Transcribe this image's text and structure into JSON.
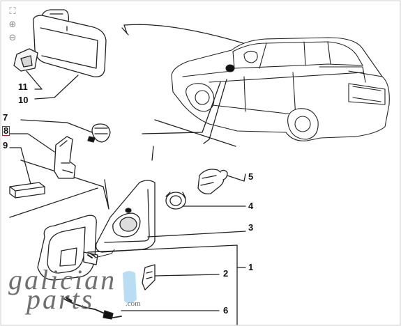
{
  "toolbar": {
    "items": [
      {
        "icon": "fit-screen-icon",
        "glyph": "⛶"
      },
      {
        "icon": "zoom-in-icon",
        "glyph": "⊕"
      },
      {
        "icon": "zoom-out-icon",
        "glyph": "⊖"
      }
    ]
  },
  "callouts": {
    "c1": "1",
    "c2": "2",
    "c3": "3",
    "c4": "4",
    "c5": "5",
    "c6": "6",
    "c7": "7",
    "c8": "8",
    "c9": "9",
    "c10": "10",
    "c11": "11"
  },
  "selected_callout": "8",
  "watermark": {
    "line1": "galician",
    "line2": "parts",
    "suffix": ".com",
    "accent_color": "#a8d4f0"
  }
}
